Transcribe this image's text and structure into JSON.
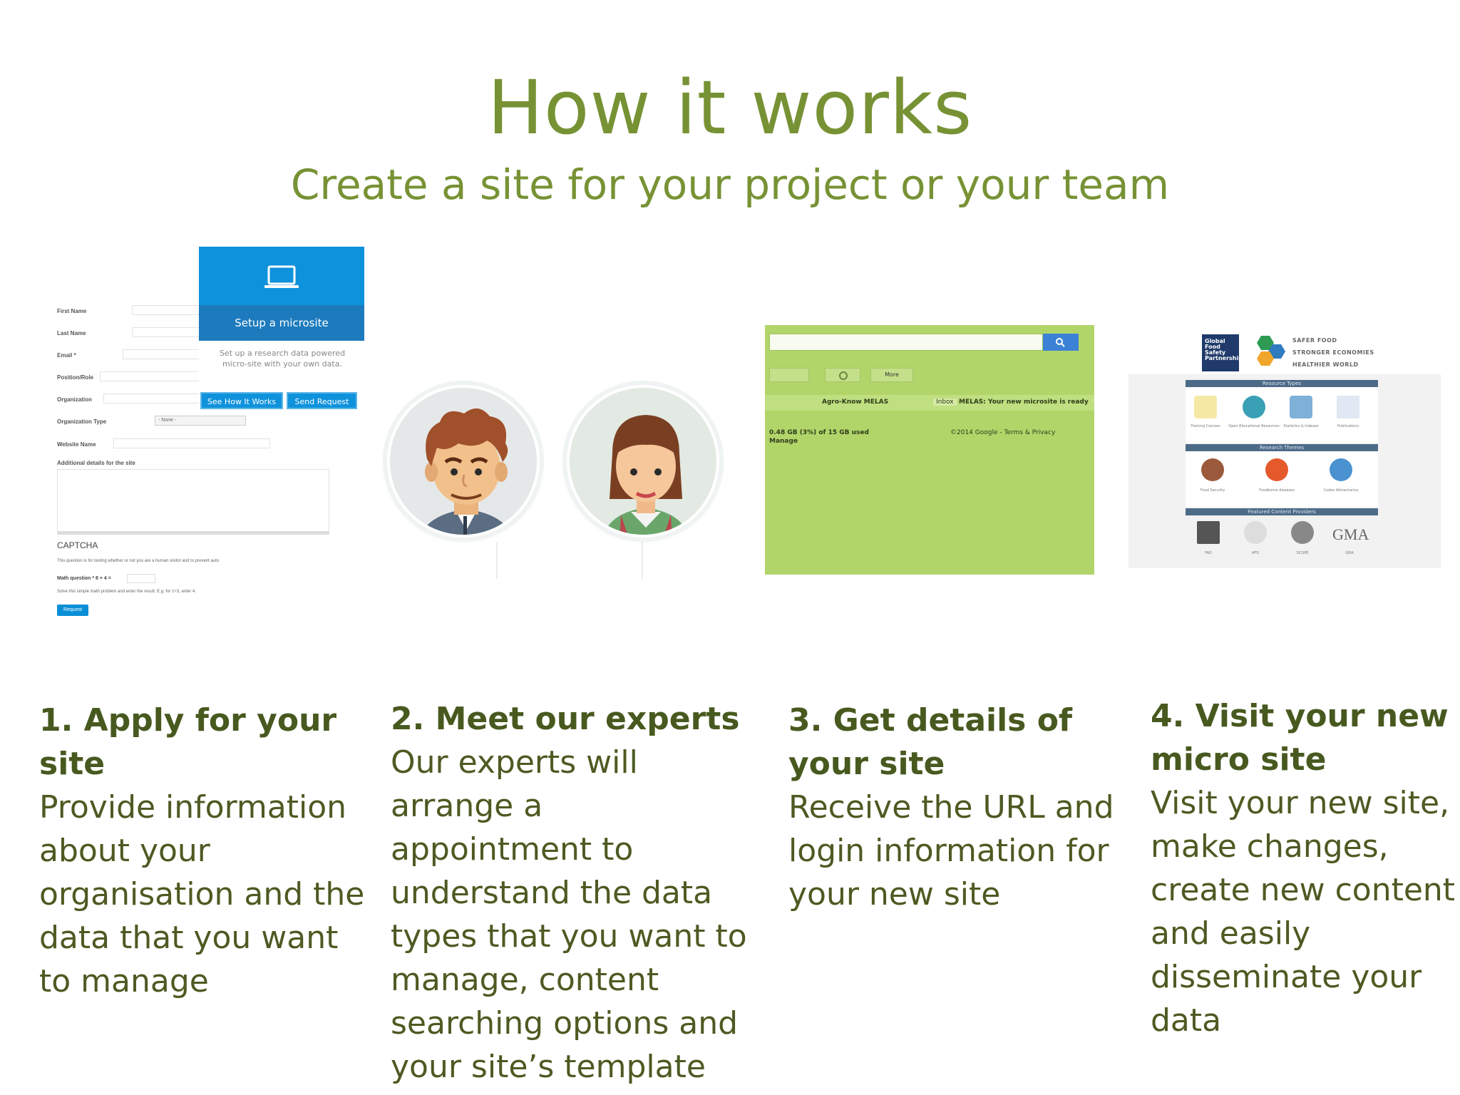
{
  "header": {
    "title": "How it works",
    "subtitle": "Create a site for your project or your team"
  },
  "form": {
    "fields": [
      "First Name",
      "Last Name",
      "Email *",
      "Position/Role",
      "Organization",
      "Organization Type",
      "Website Name",
      "Additional details for the site"
    ],
    "select_value": "- None -",
    "captcha_title": "CAPTCHA",
    "captcha_desc": "This question is for testing whether or not you are a human visitor and to prevent auto",
    "math_question": "Math question * 8 + 4 =",
    "math_hint": "Solve this simple math problem and enter the result. E.g. for 1+3, enter 4.",
    "request_button": "Request"
  },
  "microsite_card": {
    "heading": "Setup a microsite",
    "description": "Set up a research data powered micro-site with your own data.",
    "how_button": "See How It Works",
    "send_button": "Send Request"
  },
  "email_screenshot": {
    "more_label": "More",
    "sender": "Agro-Know MELAS",
    "inbox_tag": "Inbox",
    "subject": "MELAS: Your new microsite is ready",
    "storage": "0.48 GB (3%) of 15 GB used",
    "manage": "Manage",
    "footer": "©2014 Google - Terms & Privacy"
  },
  "portal": {
    "org_logo": "Global Food Safety Partnership",
    "slogans": [
      "SAFER FOOD",
      "STRONGER ECONOMIES",
      "HEALTHIER WORLD"
    ],
    "sections": [
      "Resource Types",
      "Research Themes",
      "Featured Content Providers"
    ],
    "resource_types": [
      "Training Courses",
      "Open Educational Resources",
      "Statistics & Indexes",
      "Publications"
    ],
    "themes": [
      "Food Security",
      "Foodborne diseases",
      "Codex Alimentarius"
    ],
    "providers": [
      "FAO",
      "AFD",
      "SCOPE",
      "GMA"
    ],
    "gma_logo": "GMA"
  },
  "steps": [
    {
      "title": "1. Apply for your site",
      "body": "Provide information about your organisation and the data that you want to manage"
    },
    {
      "title": "2. Meet our experts",
      "body": "Our experts will arrange a appointment to understand the data types that you want to manage, content searching options and your site’s template"
    },
    {
      "title": "3. Get details of your site",
      "body": "Receive the URL and login information for your new site"
    },
    {
      "title": "4. Visit your new micro site",
      "body": "Visit your new site, make changes, create new content and easily disseminate your data"
    }
  ],
  "colors": {
    "accent_green": "#779234",
    "text_dark_green": "#48591f",
    "screenshot_green": "#b2d56a",
    "button_blue": "#0f92dc"
  }
}
